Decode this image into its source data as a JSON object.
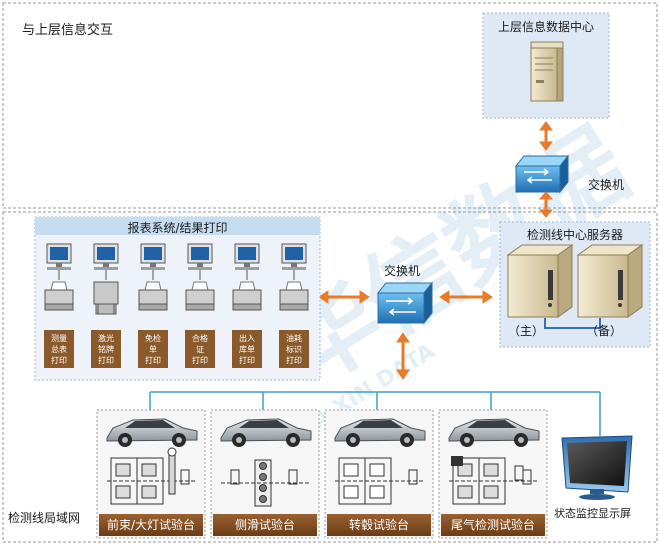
{
  "region_labels": {
    "upper_interaction": "与上层信息交互",
    "detection_lan": "检测线局域网"
  },
  "upper_data_center": {
    "title": "上层信息数据中心"
  },
  "switch_top": {
    "label": "交换机"
  },
  "switch_center": {
    "label": "交换机"
  },
  "server_group": {
    "title": "检测线中心服务器",
    "primary": "（主）",
    "backup": "（备）"
  },
  "report_system": {
    "title": "报表系统/结果打印",
    "printers": [
      {
        "label": "测量\n总表\n打印"
      },
      {
        "label": "激光\n铭牌\n打印"
      },
      {
        "label": "免检\n单\n打印"
      },
      {
        "label": "合格\n证\n打印"
      },
      {
        "label": "出入\n库单\n打印"
      },
      {
        "label": "油耗\n标识\n打印"
      }
    ]
  },
  "test_stations": [
    {
      "label": "前束/大灯试验台"
    },
    {
      "label": "侧滑试验台"
    },
    {
      "label": "转毂试验台"
    },
    {
      "label": "尾气检测试验台"
    }
  ],
  "monitor": {
    "label": "状态监控显示屏"
  },
  "watermark": {
    "text": "华信数据",
    "sub": "HUA XIN DATA"
  },
  "colors": {
    "panel_fill": "#dfe9f5",
    "report_header": "#c6dcf0",
    "arrow": "#e87b28",
    "station_caption": "#7a4a1f",
    "printer_tag": "#8a5a2b",
    "network_line": "#3aa0c8"
  }
}
